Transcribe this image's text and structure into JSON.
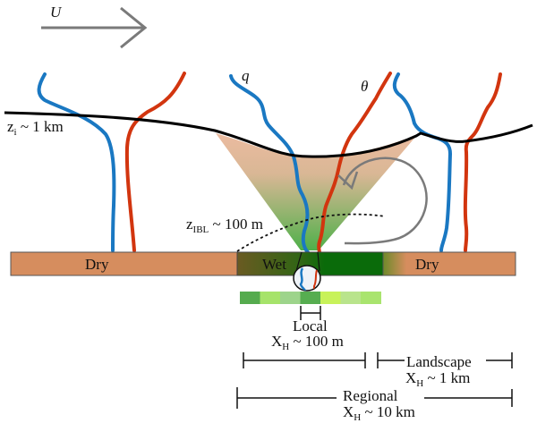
{
  "diagram": {
    "wind": {
      "symbol": "U"
    },
    "profiles": {
      "humidity_label": "q",
      "temperature_label": "θ"
    },
    "boundary_layer": {
      "base": "z",
      "sub": "i",
      "value": " ~ 1 km"
    },
    "internal_boundary_layer": {
      "base": "z",
      "sub": "IBL",
      "value": " ~ 100 m"
    },
    "surface": {
      "segments": [
        {
          "label": "Dry",
          "type": "dry"
        },
        {
          "label": "Wet",
          "type": "wet"
        },
        {
          "label": "Dry",
          "type": "dry"
        }
      ]
    },
    "heterogeneity_patches": [
      "#55ab4e",
      "#a6e36a",
      "#9dd48b",
      "#56ad50",
      "#c8f25a",
      "#b9e48c",
      "#a9e46e"
    ],
    "scales": [
      {
        "name": "Local",
        "x_base": "X",
        "x_sub": "H",
        "value": " ~ 100 m"
      },
      {
        "name": "Landscape",
        "x_base": "X",
        "x_sub": "H",
        "value": " ~ 1 km"
      },
      {
        "name": "Regional",
        "x_base": "X",
        "x_sub": "H",
        "value": " ~ 10 km"
      }
    ],
    "colors": {
      "humidity": "#1a78c2",
      "temperature": "#d2350f",
      "dry_surface": "#d68d5e",
      "wet_surface": "#0a6b0a",
      "wet_surface_left": "#6b5e1e",
      "plume_top": "#e8b99b",
      "plume_bottom": "#5eb35a",
      "arrow": "#7a7a7a"
    }
  }
}
